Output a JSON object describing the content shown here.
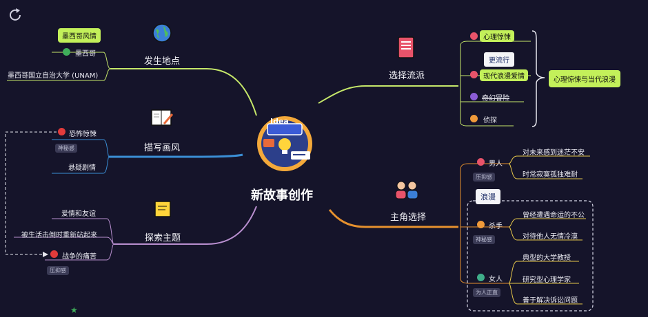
{
  "central": {
    "title": "新故事创作",
    "badge_text": "Idea"
  },
  "branches": {
    "location": {
      "label": "发生地点",
      "icon": "globe-icon",
      "items": [
        {
          "label": "墨西哥",
          "icon": "check-circle-icon",
          "callout": "墨西哥风情"
        },
        {
          "label": "墨西哥国立自治大学 (UNAM)"
        }
      ]
    },
    "style": {
      "label": "描写画风",
      "icon": "sketchbook-icon",
      "items": [
        {
          "label": "恐怖惊悚",
          "icon": "red-dot-icon",
          "tag": "神秘感"
        },
        {
          "label": "悬疑剧情"
        }
      ]
    },
    "theme": {
      "label": "探索主题",
      "icon": "sticky-note-icon",
      "items": [
        {
          "label": "爱情和友谊"
        },
        {
          "label": "被生活击倒时重新站起来"
        },
        {
          "label": "战争的痛苦",
          "icon": "sad-face-icon",
          "tag": "压抑感"
        }
      ]
    },
    "genre": {
      "label": "选择流派",
      "icon": "book-icon",
      "items": [
        {
          "label": "心理惊悚",
          "icon": "heart-icon"
        },
        {
          "label": "现代浪漫爱情",
          "icon": "heart-icon"
        },
        {
          "label": "奇幻冒险",
          "icon": "music-icon"
        },
        {
          "label": "侦探",
          "icon": "orange-dot-icon"
        }
      ],
      "callout": "更流行",
      "summary": "心理惊悚与当代浪漫"
    },
    "protagonist": {
      "label": "主角选择",
      "icon": "people-icon",
      "callout": "浪漫",
      "characters": [
        {
          "label": "男人",
          "tag": "压抑感",
          "traits": [
            "对未来感到迷茫不安",
            "时常寂寞孤独难耐"
          ]
        },
        {
          "label": "杀手",
          "tag": "神秘感",
          "traits": [
            "曾经遭遇命运的不公",
            "对待他人无情冷漠"
          ]
        },
        {
          "label": "女人",
          "tag": "为人正直",
          "traits": [
            "典型的大学教授",
            "研究型心理学家",
            "善于解决诉讼问题"
          ]
        }
      ]
    }
  },
  "colors": {
    "background": "#15142a",
    "location": "#c6e86a",
    "style": "#3b8fd6",
    "theme": "#b98fd0",
    "genre": "#c6e86a",
    "protagonist": "#e6912e"
  }
}
